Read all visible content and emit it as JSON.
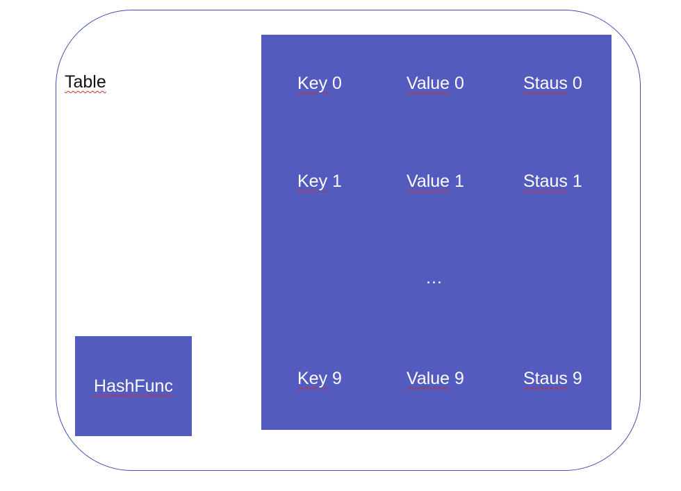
{
  "diagram": {
    "outer_label": "Table",
    "hash_func_label": "HashFunc",
    "entries": [
      {
        "key_word": "Key",
        "key_index": "0",
        "value_word": "Value",
        "value_index": "0",
        "status_word": "Staus",
        "status_index": "0"
      },
      {
        "key_word": "Key",
        "key_index": "1",
        "value_word": "Value",
        "value_index": "1",
        "status_word": "Staus",
        "status_index": "1"
      },
      {
        "key_word": "Key",
        "key_index": "9",
        "value_word": "Value",
        "value_index": "9",
        "status_word": "Staus",
        "status_index": "9"
      }
    ],
    "ellipsis": "…"
  }
}
